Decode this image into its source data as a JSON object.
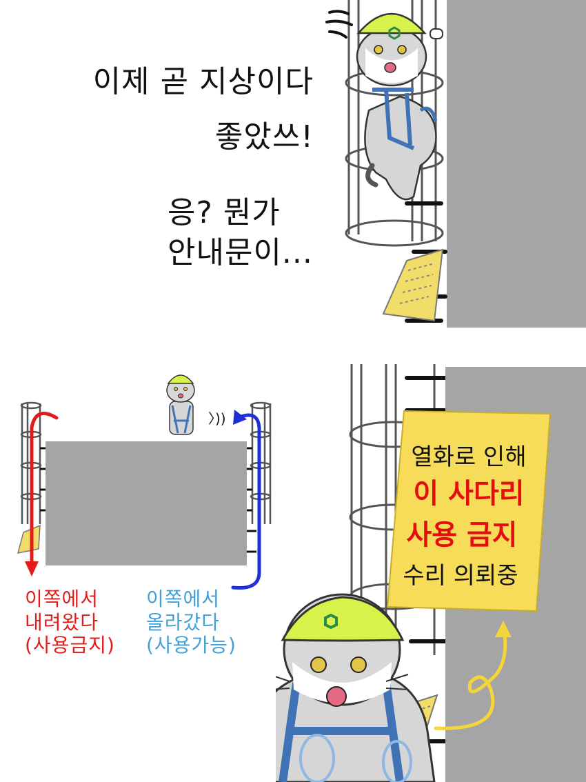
{
  "panel_top": {
    "speech_line1": "이제 곧 지상이다",
    "speech_line2": "좋았쓰!",
    "speech_line3": "응? 뭔가",
    "speech_line4": "안내문이..."
  },
  "panel_left": {
    "left_note": [
      "이쪽에서",
      "내려왔다",
      "(사용금지)"
    ],
    "right_note": [
      "이쪽에서",
      "올라갔다",
      "(사용가능)"
    ],
    "motion_marks": "〉))"
  },
  "panel_right": {
    "sign_line1": "열화로 인해",
    "sign_line2": "이 사다리",
    "sign_line3": "사용 금지",
    "sign_line4": "수리 의뢰중"
  },
  "colors": {
    "wall_gray": "#a5a5a5",
    "helmet_green": "#d7f24a",
    "harness_blue": "#3f73b5",
    "sign_yellow": "#f7dc5a",
    "arrow_red": "#e21b1b",
    "arrow_blue": "#1f2fd6",
    "arrow_yellow": "#f2d63a"
  }
}
